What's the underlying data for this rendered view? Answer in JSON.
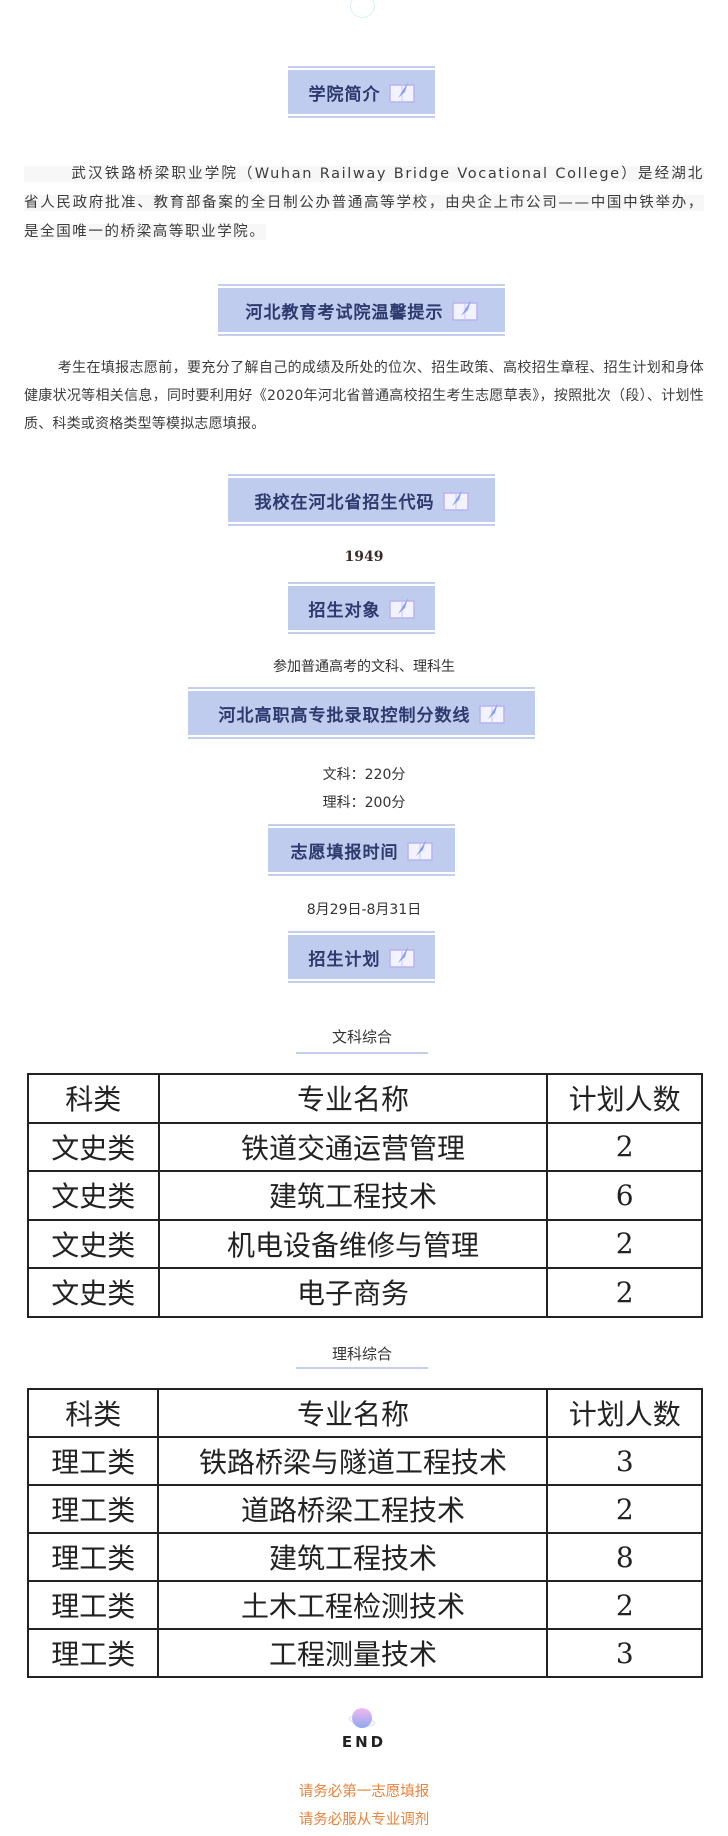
{
  "sections": {
    "intro": {
      "heading": "学院简介",
      "paragraph": "武汉铁路桥梁职业学院（Wuhan Railway Bridge Vocational College）是经湖北省人民政府批准、教育部备案的全日制公办普通高等学校，由央企上市公司——中国中铁举办，是全国唯一的桥梁高等职业学院。"
    },
    "tips": {
      "heading": "河北教育考试院温馨提示",
      "paragraph": "考生在填报志愿前，要充分了解自己的成绩及所处的位次、招生政策、高校招生章程、招生计划和身体健康状况等相关信息，同时要利用好《2020年河北省普通高校招生考生志愿草表》，按照批次（段）、计划性质、科类或资格类型等模拟志愿填报。"
    },
    "code": {
      "heading": "我校在河北省招生代码",
      "value": "1949"
    },
    "target": {
      "heading": "招生对象",
      "value": "参加普通高考的文科、理科生"
    },
    "score_line": {
      "heading": "河北高职高专批录取控制分数线",
      "lines": [
        "文科：220分",
        "理科：200分"
      ]
    },
    "fill_time": {
      "heading": "志愿填报时间",
      "value": "8月29日-8月31日"
    },
    "plan": {
      "heading": "招生计划"
    }
  },
  "tables": {
    "liberal_arts": {
      "title": "文科综合",
      "headers": [
        "科类",
        "专业名称",
        "计划人数"
      ],
      "rows": [
        [
          "文史类",
          "铁道交通运营管理",
          "2"
        ],
        [
          "文史类",
          "建筑工程技术",
          "6"
        ],
        [
          "文史类",
          "机电设备维修与管理",
          "2"
        ],
        [
          "文史类",
          "电子商务",
          "2"
        ]
      ]
    },
    "science": {
      "title": "理科综合",
      "headers": [
        "科类",
        "专业名称",
        "计划人数"
      ],
      "rows": [
        [
          "理工类",
          "铁路桥梁与隧道工程技术",
          "3"
        ],
        [
          "理工类",
          "道路桥梁工程技术",
          "2"
        ],
        [
          "理工类",
          "建筑工程技术",
          "8"
        ],
        [
          "理工类",
          "土木工程检测技术",
          "2"
        ],
        [
          "理工类",
          "工程测量技术",
          "3"
        ]
      ]
    }
  },
  "footer": {
    "end_label": "END",
    "notes": [
      "请务必第一志愿填报",
      "请务必服从专业调剂"
    ]
  },
  "colors": {
    "heading_bg": "#c0cced",
    "heading_text": "#2e3a6e",
    "accent_line": "#c3cfed",
    "note_orange": "#e8843c"
  },
  "icons": {
    "heading_icon": "book-quill-icon",
    "end_icon": "planet-icon"
  }
}
